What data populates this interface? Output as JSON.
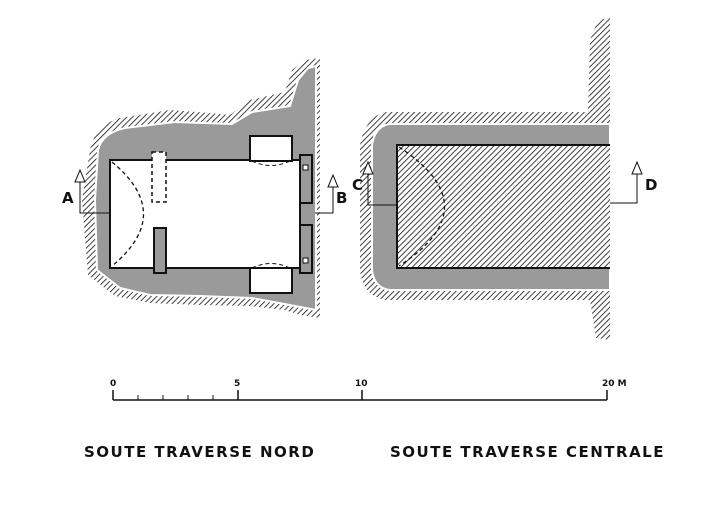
{
  "plans": [
    {
      "title": "SOUTE TRAVERSE NORD",
      "section_marks": [
        "A",
        "B"
      ]
    },
    {
      "title": "SOUTE TRAVERSE CENTRALE",
      "section_marks": [
        "C",
        "D"
      ]
    }
  ],
  "scale_bar": {
    "ticks": [
      {
        "value": 0,
        "label": "0"
      },
      {
        "value": 5,
        "label": "5"
      },
      {
        "value": 10,
        "label": "10"
      },
      {
        "value": 20,
        "label": "20 M"
      }
    ],
    "minor_ticks": [
      1,
      2,
      3,
      4
    ],
    "max": 20
  },
  "colors": {
    "wall": "#9a9a9a",
    "ink": "#111111"
  }
}
